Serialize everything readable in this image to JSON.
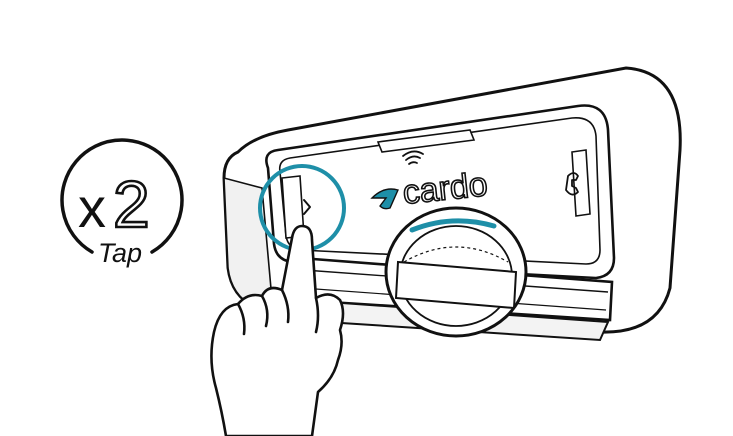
{
  "instruction_badge": {
    "multiplier_prefix": "x",
    "multiplier_value": "2",
    "action_label": "Tap"
  },
  "device": {
    "brand": "cardo",
    "brand_accent": "#1e8fa8",
    "highlight_color": "#1e8fa8",
    "icons": {
      "top_button": "wireless-signal-icon",
      "right_button": "phone-icon",
      "left_button": "forward-arrow-icon"
    }
  },
  "colors": {
    "outline": "#111111",
    "fill": "#ffffff",
    "shade": "#e9e9e9"
  }
}
